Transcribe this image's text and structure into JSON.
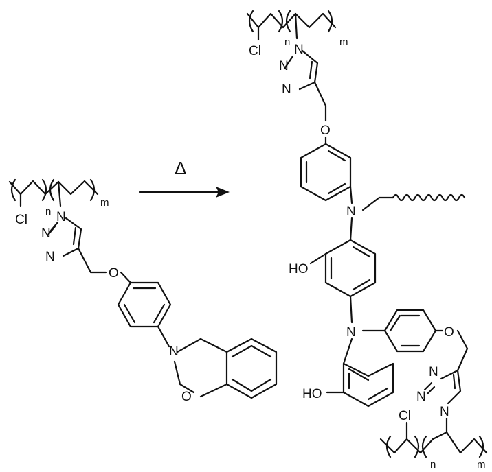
{
  "reaction": {
    "condition": "Δ"
  },
  "reactant": {
    "atoms": {
      "cl": "Cl",
      "n_sub": "n",
      "m_sub": "m",
      "triazole_n1": "N",
      "triazole_n2": "N",
      "triazole_n3": "N",
      "ether_o": "O",
      "oxazine_n": "N",
      "oxazine_o": "O"
    }
  },
  "product": {
    "atoms": {
      "cl_top": "Cl",
      "n_top": "n",
      "m_top": "m",
      "tri_top_n1": "N",
      "tri_top_n2": "N",
      "tri_top_n3": "N",
      "o_top": "O",
      "amine_n1": "N",
      "ho_1": "HO",
      "amine_n2": "N",
      "o_mid": "O",
      "ho_2": "HO",
      "tri_bot_n1": "N",
      "tri_bot_n2": "N",
      "tri_bot_n3": "N",
      "cl_bot": "Cl",
      "n_bot": "n",
      "m_bot": "m"
    }
  }
}
